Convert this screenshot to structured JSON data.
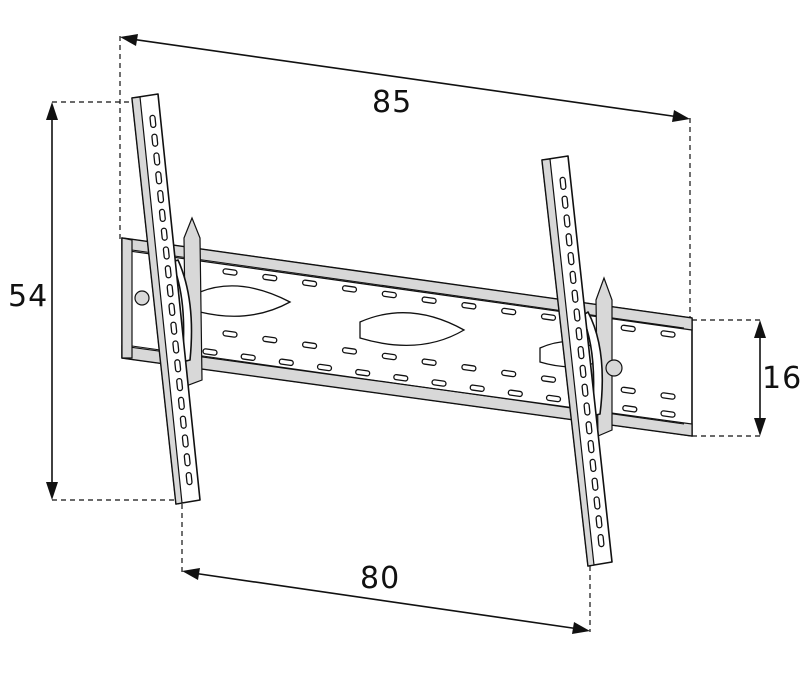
{
  "diagram": {
    "dimensions": {
      "overall_width": "85",
      "overall_height": "54",
      "rail_height": "16",
      "arm_spacing": "80"
    }
  }
}
